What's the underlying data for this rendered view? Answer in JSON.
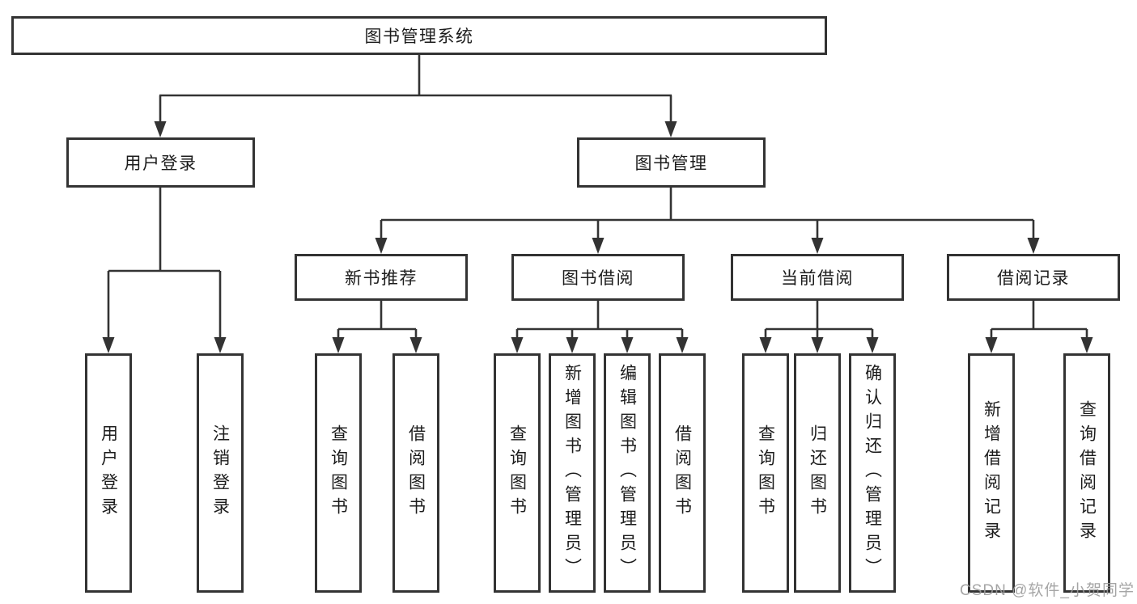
{
  "watermark": "CSDN @软件_小贺同学",
  "colors": {
    "line": "#333333",
    "box_border": "#333333",
    "box_fill": "#ffffff",
    "text": "#1c1c1c",
    "watermark": "#9c9c9c"
  },
  "tree": {
    "label": "图书管理系统",
    "children": [
      {
        "label": "用户登录",
        "children": [
          {
            "label": "用户登录"
          },
          {
            "label": "注销登录"
          }
        ]
      },
      {
        "label": "图书管理",
        "children": [
          {
            "label": "新书推荐",
            "children": [
              {
                "label": "查询图书"
              },
              {
                "label": "借阅图书"
              }
            ]
          },
          {
            "label": "图书借阅",
            "children": [
              {
                "label": "查询图书"
              },
              {
                "label": "新增图书（管理员）"
              },
              {
                "label": "编辑图书（管理员）"
              },
              {
                "label": "借阅图书"
              }
            ]
          },
          {
            "label": "当前借阅",
            "children": [
              {
                "label": "查询图书"
              },
              {
                "label": "归还图书"
              },
              {
                "label": "确认归还（管理员）"
              }
            ]
          },
          {
            "label": "借阅记录",
            "children": [
              {
                "label": "新增借阅记录"
              },
              {
                "label": "查询借阅记录"
              }
            ]
          }
        ]
      }
    ]
  }
}
